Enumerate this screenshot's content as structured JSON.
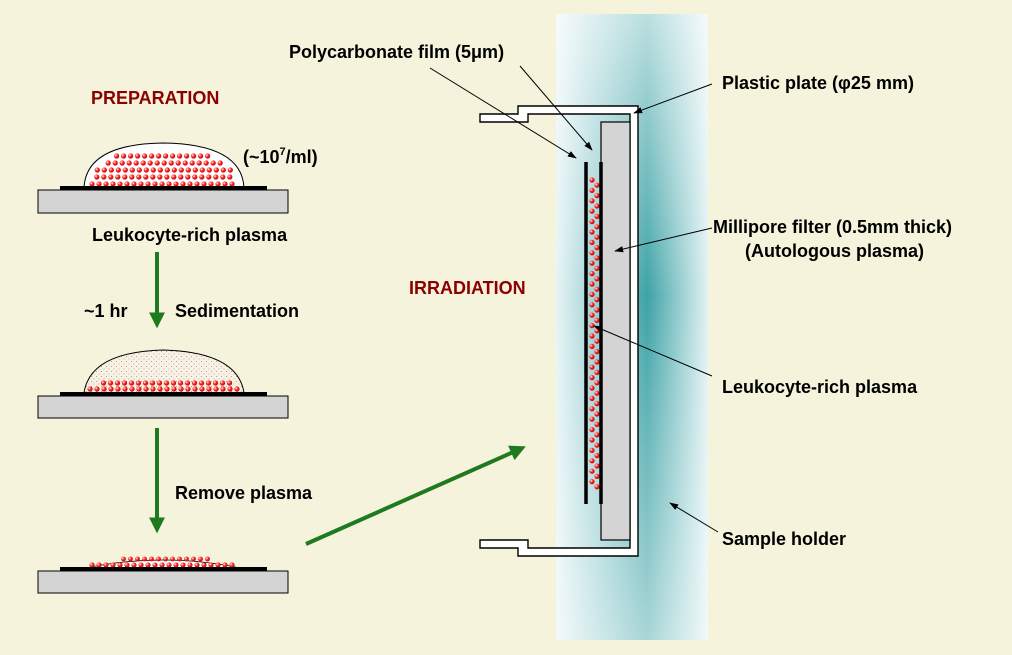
{
  "titles": {
    "preparation": "PREPARATION",
    "irradiation": "IRRADIATION"
  },
  "left": {
    "concentration_prefix": "(~10",
    "concentration_exp": "7",
    "concentration_suffix": "/ml)",
    "leukocyte_label": "Leukocyte-rich plasma",
    "time_label": "~1 hr",
    "sedimentation_label": "Sedimentation",
    "remove_label": "Remove plasma"
  },
  "right": {
    "polycarbonate_label": "Polycarbonate film (5μm)",
    "plastic_plate_label": "Plastic plate (φ25 mm)",
    "millipore_line1": "Millipore filter (0.5mm thick)",
    "millipore_line2": "(Autologous plasma)",
    "leukocyte_label": "Leukocyte-rich plasma",
    "sample_holder_label": "Sample holder"
  },
  "colors": {
    "background": "#f5f3dc",
    "heading": "#8b0000",
    "arrow": "#1f7a1f",
    "cell": "#e00000",
    "slide": "#d4d4d4",
    "plate_light": "#e9f5f7",
    "plate_dark": "#3aa0a3"
  }
}
